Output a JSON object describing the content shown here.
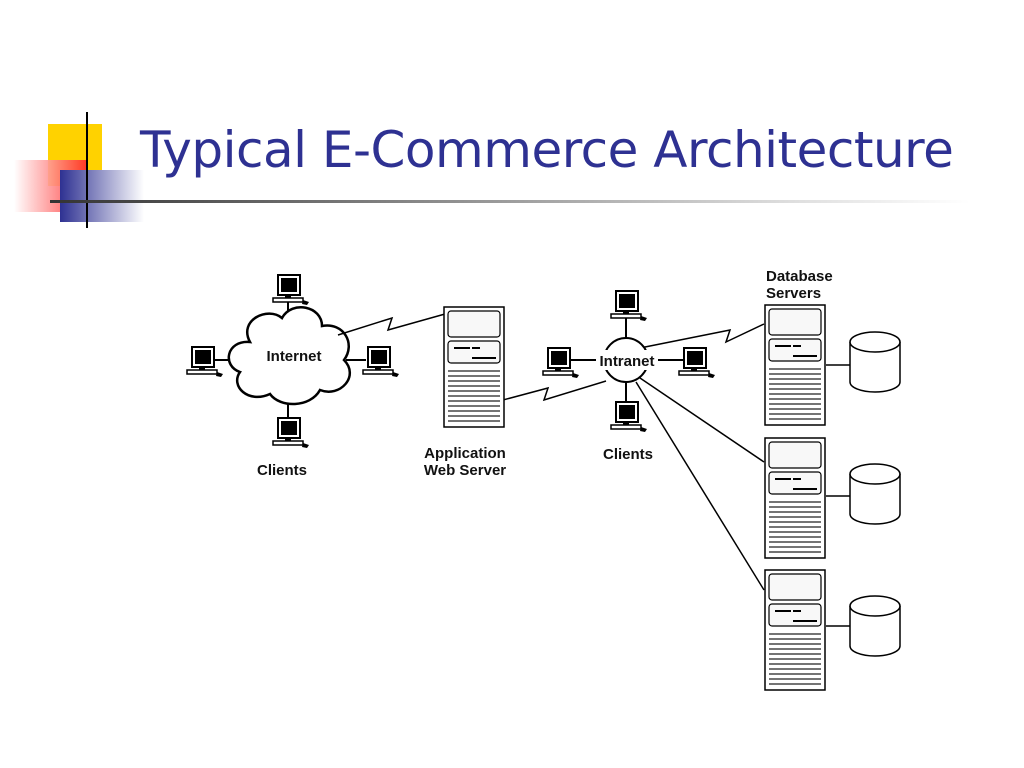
{
  "slide": {
    "title": "Typical E-Commerce Architecture"
  },
  "diagram": {
    "labels": {
      "internet": "Internet",
      "internet_clients": "Clients",
      "app_server_line1": "Application",
      "app_server_line2": "Web Server",
      "intranet": "Intranet",
      "intranet_clients": "Clients",
      "db_servers_line1": "Database",
      "db_servers_line2": "Servers"
    }
  },
  "colors": {
    "title": "#2e3192",
    "accent_yellow": "#ffd200",
    "accent_red": "#ff3b3b",
    "accent_blue": "#2e3192"
  },
  "icons": [
    "pc-workstation-icon",
    "tower-server-icon",
    "database-disk-icon",
    "network-cloud-icon"
  ]
}
